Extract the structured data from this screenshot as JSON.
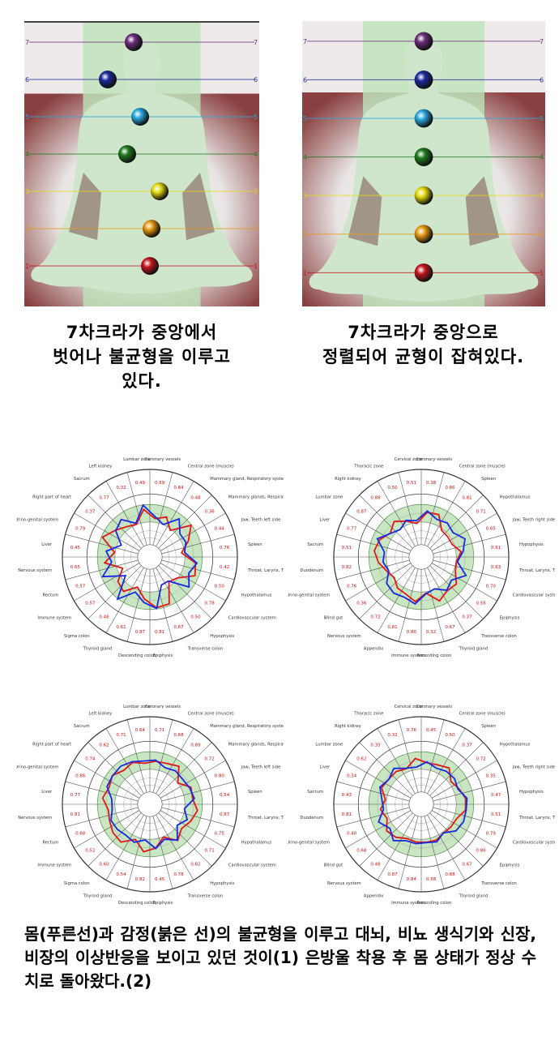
{
  "chakra": {
    "levels": [
      "7",
      "6",
      "5",
      "4",
      "3",
      "2",
      "1"
    ],
    "left_caption": "7차크라가 중앙에서\n벗어나 불균형을 이루고\n있다.",
    "right_caption": "7차크라가 중앙으로\n정렬되어 균형이 잡혀있다.",
    "colors": [
      "#6a2d7a",
      "#1a2a9c",
      "#29a7df",
      "#1e7b1e",
      "#e6dc10",
      "#e99a12",
      "#c4161c"
    ]
  },
  "radar": {
    "row1_number": "1",
    "row2_number": "2",
    "labels_left_1": [
      "Coronary vessels",
      "Central zone (muscle)",
      "Mammary gland, Respiratory system",
      "Mammary glands, Respiratory system",
      "Jaw, Teeth left side",
      "Spleen",
      "Throat, Larynx, Trachea, Thyroid gland",
      "Hypothalamus",
      "Cardiovascular system",
      "Hypophysis",
      "Transverse colon",
      "Epiphysis",
      "Descending colon",
      "Thyroid gland",
      "Sigma colon",
      "Immune system",
      "Rectum",
      "Nervous system",
      "Liver",
      "Urino-genital system",
      "Right part of heart",
      "Sacrum",
      "Left kidney",
      "Lumbar zone",
      "Central zone",
      "Thoracic zone"
    ],
    "labels_right_1": [
      "Coronary vessels",
      "Central zone (muscle)",
      "Spleen",
      "Hypothalamus",
      "Jaw, Teeth right side",
      "Hypophysis",
      "Throat, Larynx, Trachea, Thyroid gland",
      "Cardiovascular system",
      "Epiphysis",
      "Transverse colon",
      "Thyroid gland",
      "Ascending colon",
      "Immune system",
      "Appendix",
      "Nervous system",
      "Blind gut",
      "Urino-genital system",
      "Duodenum",
      "Sacrum",
      "Liver",
      "Lumbar zone",
      "Right kidney",
      "Thoracic zone",
      "Cervical zone"
    ]
  },
  "bottom_text": "몸(푸른선)과 감정(붉은 선)의 불균형을 이루고 대뇌, 비뇨 생식기와 신장, 비장의 이상반응을 보이고 있던 것이(1) 은방울 착용 후 몸 상태가 정상 수치로 돌아왔다.(2)"
}
